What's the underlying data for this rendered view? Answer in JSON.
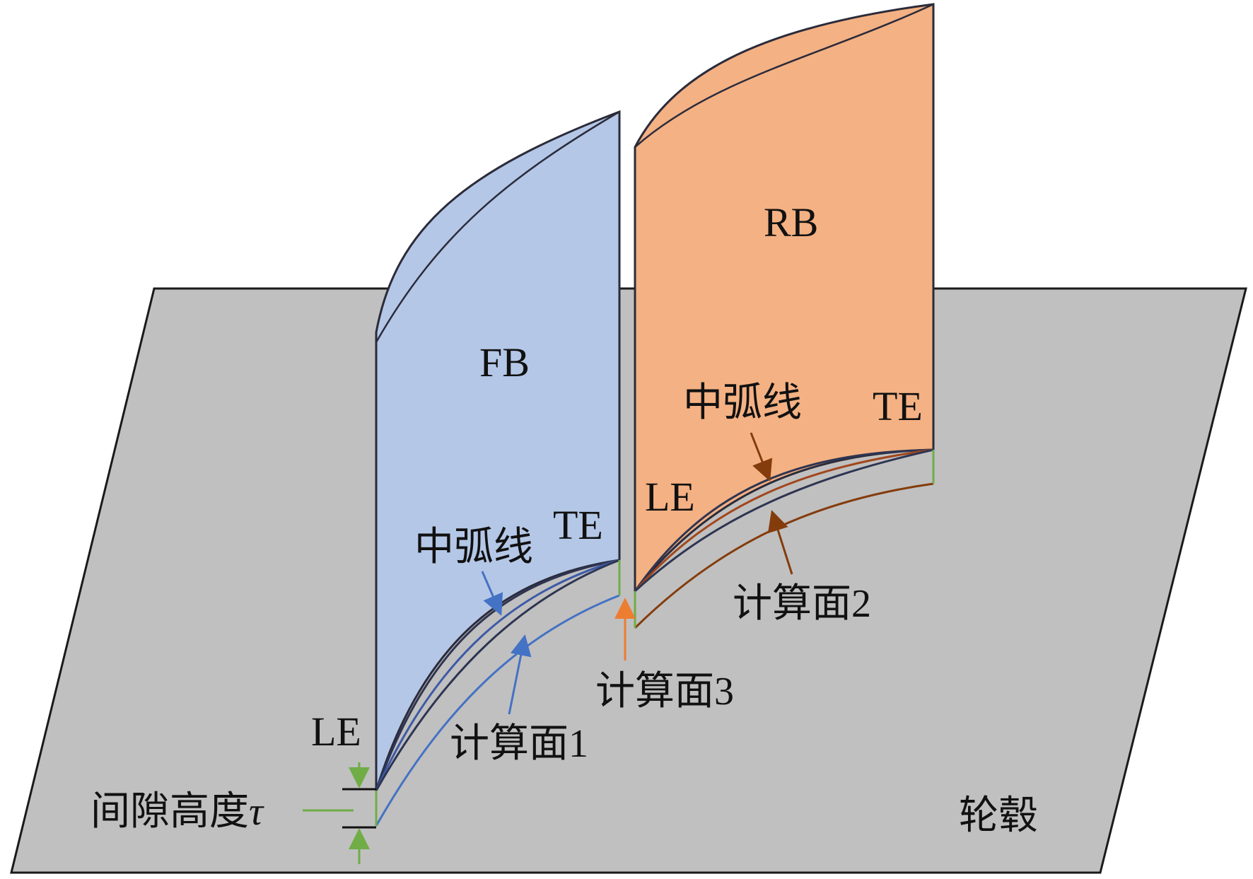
{
  "colors": {
    "hub": "#c0c0c0",
    "front_blade": "#b4c7e7",
    "rear_blade": "#f4b183",
    "blue_arrow": "#4472c4",
    "brown_arrow": "#843c0c",
    "orange_arrow": "#ed7d31",
    "green_mark": "#70ad47",
    "outline": "#1f1f3a"
  },
  "labels": {
    "front_blade": "FB",
    "rear_blade": "RB",
    "front_le": "LE",
    "front_te": "TE",
    "rear_le": "LE",
    "rear_te": "TE",
    "front_camber": "中弧线",
    "rear_camber": "中弧线",
    "surface_1": "计算面1",
    "surface_2": "计算面2",
    "surface_3": "计算面3",
    "gap_height": "间隙高度",
    "gap_symbol": "τ",
    "hub": "轮毂"
  }
}
